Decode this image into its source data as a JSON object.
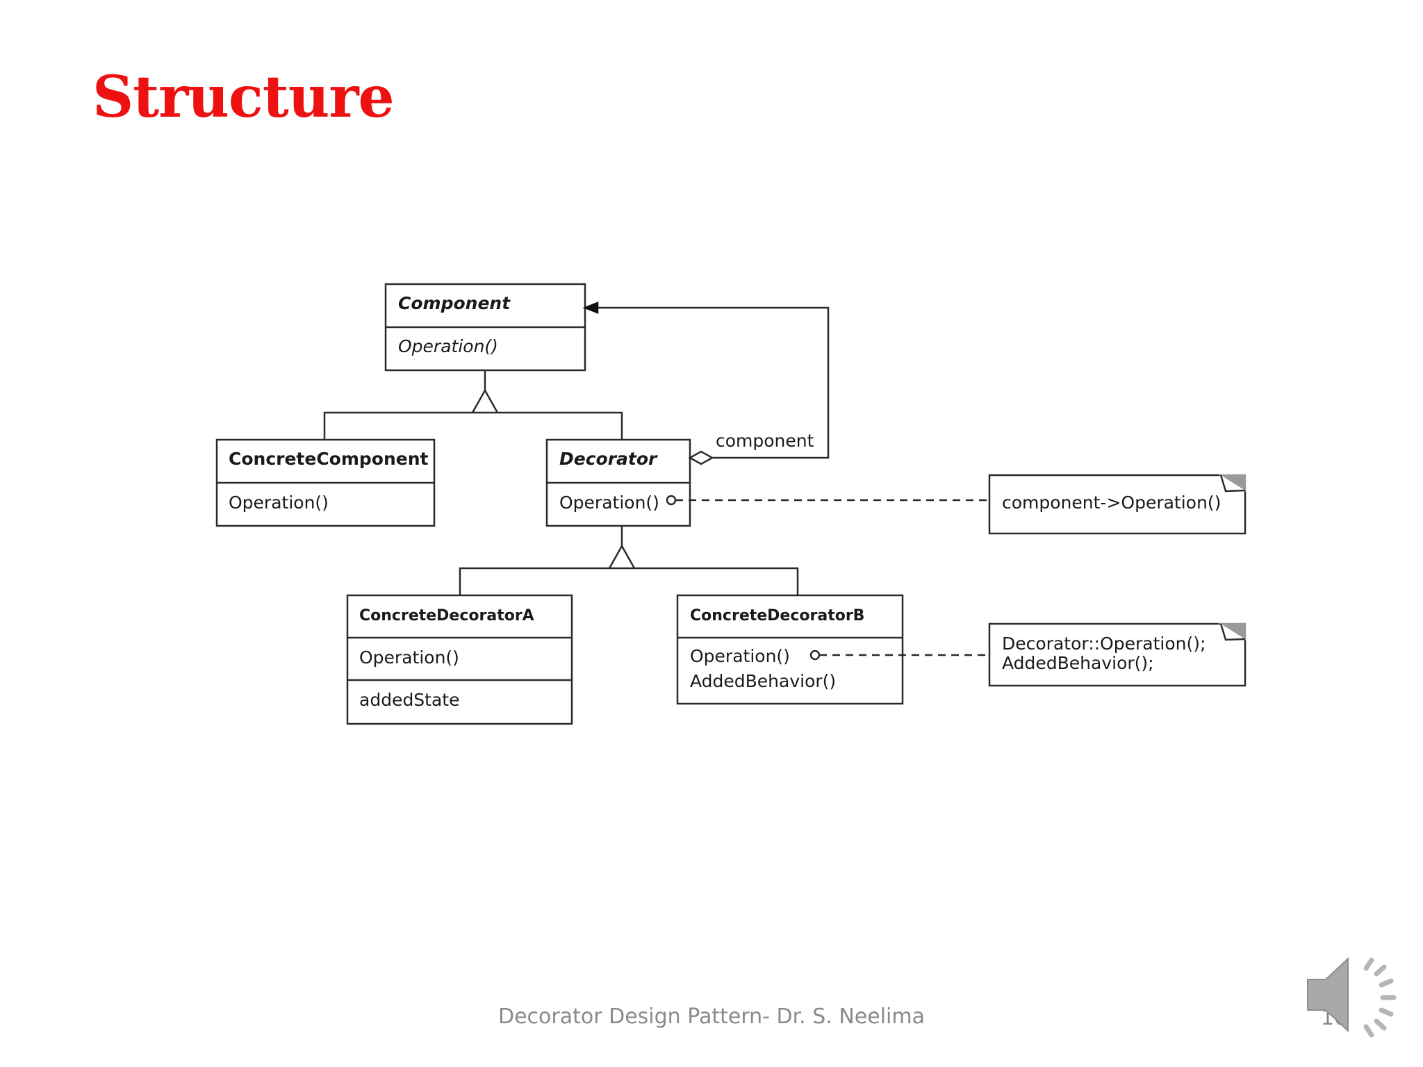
{
  "slide": {
    "title": "Structure",
    "footer": "Decorator Design Pattern- Dr. S. Neelima",
    "page_number": "10"
  },
  "diagram": {
    "component": {
      "name": "Component",
      "operation": "Operation()"
    },
    "concrete_component": {
      "name": "ConcreteComponent",
      "operation": "Operation()"
    },
    "decorator": {
      "name": "Decorator",
      "operation": "Operation()"
    },
    "concrete_decorator_a": {
      "name": "ConcreteDecoratorA",
      "operation": "Operation()",
      "state": "addedState"
    },
    "concrete_decorator_b": {
      "name": "ConcreteDecoratorB",
      "operation": "Operation()",
      "behavior": "AddedBehavior()"
    },
    "association_label": "component",
    "note_1": "component->Operation()",
    "note_2_line1": "Decorator::Operation();",
    "note_2_line2": "AddedBehavior();"
  },
  "icons": {
    "audio": "speaker-icon"
  }
}
